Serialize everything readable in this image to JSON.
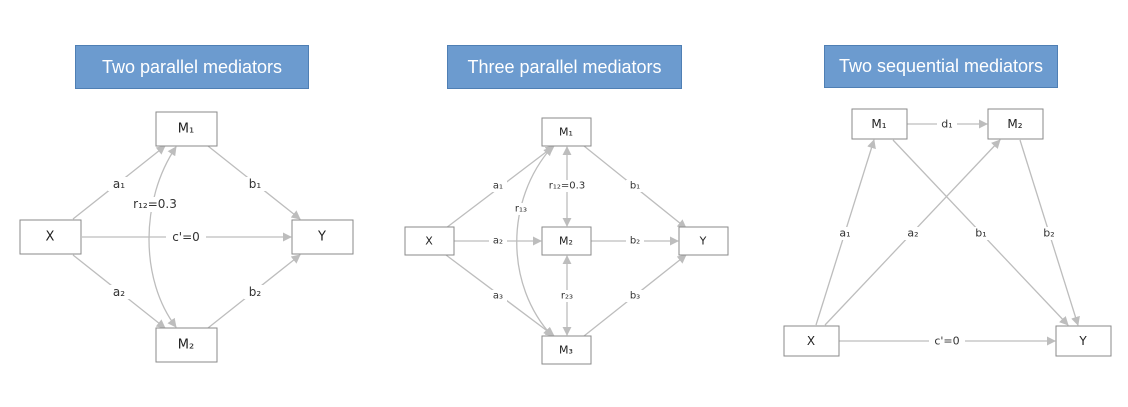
{
  "panels": [
    {
      "title": "Two parallel mediators",
      "nodes": {
        "m1": "M₁",
        "m2": "M₂",
        "x": "X",
        "y": "Y"
      },
      "edges": {
        "a1": "a₁",
        "a2": "a₂",
        "b1": "b₁",
        "b2": "b₂",
        "c": "c'=0",
        "r12": "r₁₂=0.3"
      }
    },
    {
      "title": "Three parallel mediators",
      "nodes": {
        "m1": "M₁",
        "m2": "M₂",
        "m3": "M₃",
        "x": "X",
        "y": "Y"
      },
      "edges": {
        "a1": "a₁",
        "a2": "a₂",
        "a3": "a₃",
        "b1": "b₁",
        "b2": "b₂",
        "b3": "b₃",
        "r12": "r₁₂=0.3",
        "r13": "r₁₃",
        "r23": "r₂₃"
      }
    },
    {
      "title": "Two sequential mediators",
      "nodes": {
        "m1": "M₁",
        "m2": "M₂",
        "x": "X",
        "y": "Y"
      },
      "edges": {
        "d1": "d₁",
        "a1": "a₁",
        "a2": "a₂",
        "b1": "b₁",
        "b2": "b₂",
        "c": "c'=0"
      }
    }
  ],
  "colors": {
    "title_fill": "#6c9bcf",
    "edge": "#bdbdbd",
    "node_border": "#8a8a8a"
  }
}
